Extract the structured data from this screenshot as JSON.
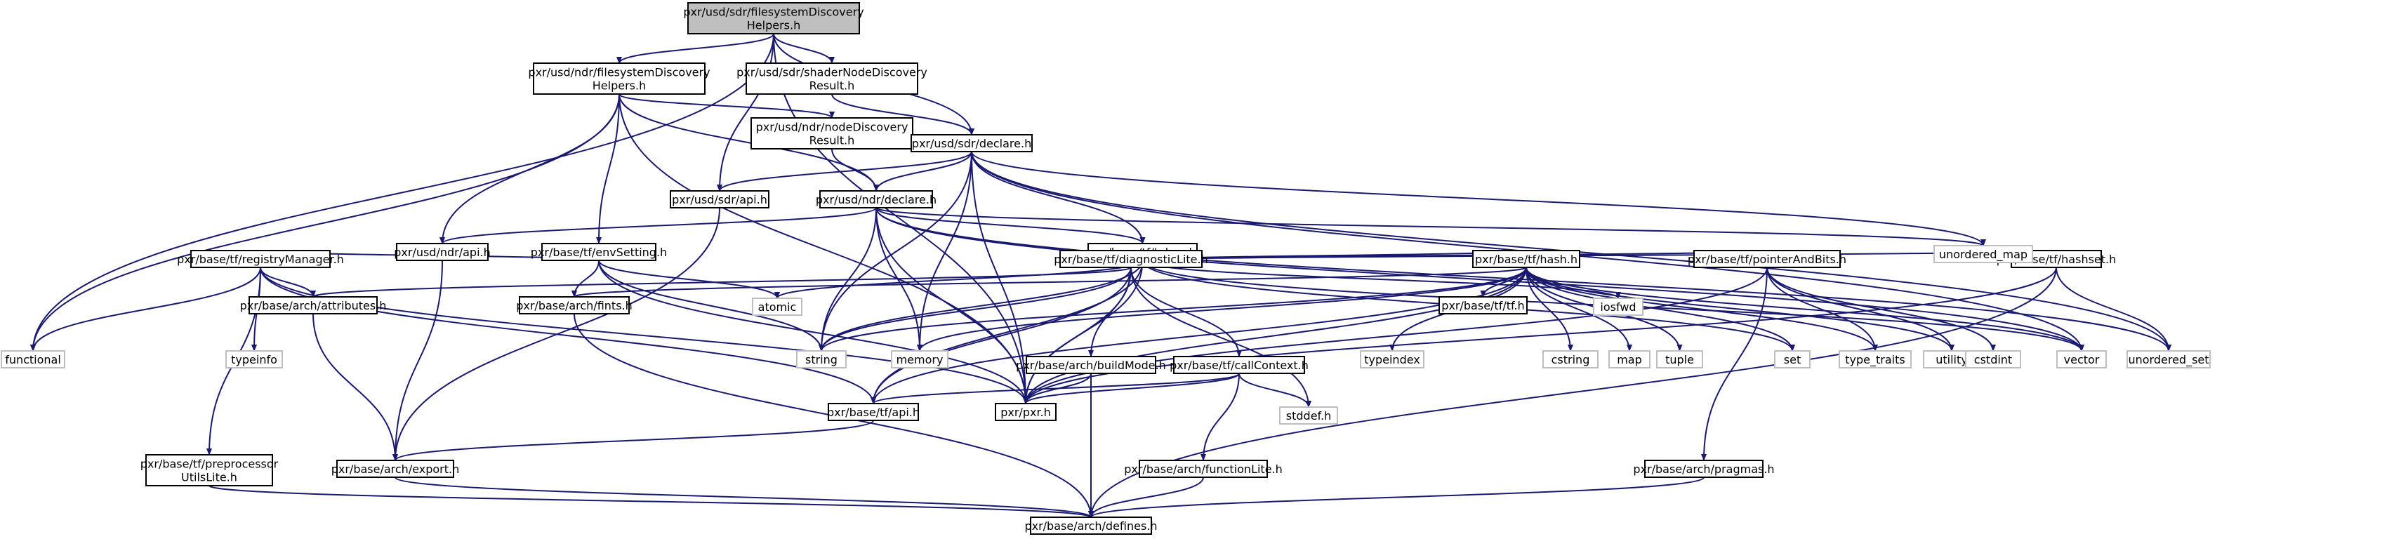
{
  "colors": {
    "edge": "#191970",
    "root_fill": "#bfbfbf",
    "system_border": "#bfbfbf"
  },
  "nodes": [
    {
      "id": "root",
      "lines": [
        "pxr/usd/sdr/filesystemDiscovery",
        "Helpers.h"
      ],
      "kind": "root"
    },
    {
      "id": "ndrfs",
      "lines": [
        "pxr/usd/ndr/filesystemDiscovery",
        "Helpers.h"
      ]
    },
    {
      "id": "sdrsnd",
      "lines": [
        "pxr/usd/sdr/shaderNodeDiscovery",
        "Result.h"
      ]
    },
    {
      "id": "ndrnd",
      "lines": [
        "pxr/usd/ndr/nodeDiscovery",
        "Result.h"
      ]
    },
    {
      "id": "sdrdecl",
      "lines": [
        "pxr/usd/sdr/declare.h"
      ]
    },
    {
      "id": "sdrapi",
      "lines": [
        "pxr/usd/sdr/api.h"
      ]
    },
    {
      "id": "ndrdecl",
      "lines": [
        "pxr/usd/ndr/declare.h"
      ]
    },
    {
      "id": "ndrapi",
      "lines": [
        "pxr/usd/ndr/api.h"
      ]
    },
    {
      "id": "envset",
      "lines": [
        "pxr/base/tf/envSetting.h"
      ]
    },
    {
      "id": "token",
      "lines": [
        "pxr/base/tf/token.h"
      ]
    },
    {
      "id": "regmgr",
      "lines": [
        "pxr/base/tf/registryManager.h"
      ]
    },
    {
      "id": "diaglite",
      "lines": [
        "pxr/base/tf/diagnosticLite.h"
      ]
    },
    {
      "id": "hash",
      "lines": [
        "pxr/base/tf/hash.h"
      ]
    },
    {
      "id": "ptrbits",
      "lines": [
        "pxr/base/tf/pointerAndBits.h"
      ]
    },
    {
      "id": "hashset",
      "lines": [
        "pxr/base/tf/hashset.h"
      ]
    },
    {
      "id": "attrs",
      "lines": [
        "pxr/base/arch/attributes.h"
      ]
    },
    {
      "id": "fints",
      "lines": [
        "pxr/base/arch/fints.h"
      ]
    },
    {
      "id": "buildmode",
      "lines": [
        "pxr/base/arch/buildMode.h"
      ]
    },
    {
      "id": "callctx",
      "lines": [
        "pxr/base/tf/callContext.h"
      ]
    },
    {
      "id": "tfh",
      "lines": [
        "pxr/base/tf/tf.h"
      ]
    },
    {
      "id": "tfapi",
      "lines": [
        "pxr/base/tf/api.h"
      ]
    },
    {
      "id": "pxrh",
      "lines": [
        "pxr/pxr.h"
      ]
    },
    {
      "id": "prepro",
      "lines": [
        "pxr/base/tf/preprocessor",
        "UtilsLite.h"
      ]
    },
    {
      "id": "export",
      "lines": [
        "pxr/base/arch/export.h"
      ]
    },
    {
      "id": "funclite",
      "lines": [
        "pxr/base/arch/functionLite.h"
      ]
    },
    {
      "id": "pragmas",
      "lines": [
        "pxr/base/arch/pragmas.h"
      ]
    },
    {
      "id": "defines",
      "lines": [
        "pxr/base/arch/defines.h"
      ]
    },
    {
      "id": "functional",
      "lines": [
        "functional"
      ],
      "kind": "sys"
    },
    {
      "id": "typeinfo",
      "lines": [
        "typeinfo"
      ],
      "kind": "sys"
    },
    {
      "id": "atomic",
      "lines": [
        "atomic"
      ],
      "kind": "sys"
    },
    {
      "id": "string",
      "lines": [
        "string"
      ],
      "kind": "sys"
    },
    {
      "id": "memory",
      "lines": [
        "memory"
      ],
      "kind": "sys"
    },
    {
      "id": "iosfwd",
      "lines": [
        "iosfwd"
      ],
      "kind": "sys"
    },
    {
      "id": "typeindex",
      "lines": [
        "typeindex"
      ],
      "kind": "sys"
    },
    {
      "id": "cstring",
      "lines": [
        "cstring"
      ],
      "kind": "sys"
    },
    {
      "id": "map",
      "lines": [
        "map"
      ],
      "kind": "sys"
    },
    {
      "id": "tuple",
      "lines": [
        "tuple"
      ],
      "kind": "sys"
    },
    {
      "id": "set",
      "lines": [
        "set"
      ],
      "kind": "sys"
    },
    {
      "id": "typetraits",
      "lines": [
        "type_traits"
      ],
      "kind": "sys"
    },
    {
      "id": "utility",
      "lines": [
        "utility"
      ],
      "kind": "sys"
    },
    {
      "id": "cstdint",
      "lines": [
        "cstdint"
      ],
      "kind": "sys"
    },
    {
      "id": "vector",
      "lines": [
        "vector"
      ],
      "kind": "sys"
    },
    {
      "id": "unordset",
      "lines": [
        "unordered_set"
      ],
      "kind": "sys"
    },
    {
      "id": "unordmap",
      "lines": [
        "unordered_map"
      ],
      "kind": "sys"
    },
    {
      "id": "stddef",
      "lines": [
        "stddef.h"
      ],
      "kind": "sys"
    }
  ],
  "edges": [
    [
      "root",
      "ndrfs"
    ],
    [
      "root",
      "sdrsnd"
    ],
    [
      "root",
      "sdrdecl"
    ],
    [
      "root",
      "sdrapi"
    ],
    [
      "root",
      "functional"
    ],
    [
      "root",
      "pxrh"
    ],
    [
      "ndrfs",
      "ndrnd"
    ],
    [
      "ndrfs",
      "ndrdecl"
    ],
    [
      "ndrfs",
      "ndrapi"
    ],
    [
      "ndrfs",
      "envset"
    ],
    [
      "ndrfs",
      "functional"
    ],
    [
      "ndrfs",
      "pxrh"
    ],
    [
      "sdrsnd",
      "sdrdecl"
    ],
    [
      "ndrnd",
      "ndrdecl"
    ],
    [
      "sdrdecl",
      "sdrapi"
    ],
    [
      "sdrdecl",
      "ndrdecl"
    ],
    [
      "sdrdecl",
      "token"
    ],
    [
      "sdrdecl",
      "string"
    ],
    [
      "sdrdecl",
      "memory"
    ],
    [
      "sdrdecl",
      "vector"
    ],
    [
      "sdrdecl",
      "unordset"
    ],
    [
      "sdrdecl",
      "unordmap"
    ],
    [
      "sdrdecl",
      "pxrh"
    ],
    [
      "sdrapi",
      "export"
    ],
    [
      "ndrdecl",
      "ndrapi"
    ],
    [
      "ndrdecl",
      "token"
    ],
    [
      "ndrdecl",
      "string"
    ],
    [
      "ndrdecl",
      "memory"
    ],
    [
      "ndrdecl",
      "vector"
    ],
    [
      "ndrdecl",
      "unordset"
    ],
    [
      "ndrdecl",
      "unordmap"
    ],
    [
      "ndrdecl",
      "pxrh"
    ],
    [
      "ndrapi",
      "export"
    ],
    [
      "envset",
      "regmgr"
    ],
    [
      "envset",
      "fints"
    ],
    [
      "envset",
      "atomic"
    ],
    [
      "envset",
      "string"
    ],
    [
      "envset",
      "pxrh"
    ],
    [
      "token",
      "diaglite"
    ],
    [
      "token",
      "hash"
    ],
    [
      "token",
      "ptrbits"
    ],
    [
      "token",
      "hashset"
    ],
    [
      "token",
      "atomic"
    ],
    [
      "token",
      "string"
    ],
    [
      "token",
      "iosfwd"
    ],
    [
      "token",
      "set"
    ],
    [
      "token",
      "vector"
    ],
    [
      "token",
      "tfapi"
    ],
    [
      "token",
      "pxrh"
    ],
    [
      "regmgr",
      "attrs"
    ],
    [
      "regmgr",
      "prepro"
    ],
    [
      "regmgr",
      "typeinfo"
    ],
    [
      "regmgr",
      "functional"
    ],
    [
      "regmgr",
      "tfapi"
    ],
    [
      "regmgr",
      "pxrh"
    ],
    [
      "diaglite",
      "attrs"
    ],
    [
      "diaglite",
      "buildmode"
    ],
    [
      "diaglite",
      "callctx"
    ],
    [
      "diaglite",
      "tfapi"
    ],
    [
      "diaglite",
      "pxrh"
    ],
    [
      "diaglite",
      "string"
    ],
    [
      "diaglite",
      "stddef"
    ],
    [
      "hash",
      "fints"
    ],
    [
      "hash",
      "tfh"
    ],
    [
      "hash",
      "tfapi"
    ],
    [
      "hash",
      "pxrh"
    ],
    [
      "hash",
      "memory"
    ],
    [
      "hash",
      "string"
    ],
    [
      "hash",
      "typeindex"
    ],
    [
      "hash",
      "cstring"
    ],
    [
      "hash",
      "map"
    ],
    [
      "hash",
      "tuple"
    ],
    [
      "hash",
      "set"
    ],
    [
      "hash",
      "typetraits"
    ],
    [
      "hash",
      "utility"
    ],
    [
      "hash",
      "vector"
    ],
    [
      "ptrbits",
      "pragmas"
    ],
    [
      "ptrbits",
      "cstdint"
    ],
    [
      "ptrbits",
      "typetraits"
    ],
    [
      "ptrbits",
      "utility"
    ],
    [
      "ptrbits",
      "pxrh"
    ],
    [
      "hashset",
      "unordset"
    ],
    [
      "hashset",
      "pxrh"
    ],
    [
      "hashset",
      "defines"
    ],
    [
      "attrs",
      "export"
    ],
    [
      "fints",
      "defines"
    ],
    [
      "buildmode",
      "defines"
    ],
    [
      "buildmode",
      "pxrh"
    ],
    [
      "callctx",
      "funclite"
    ],
    [
      "callctx",
      "tfapi"
    ],
    [
      "callctx",
      "pxrh"
    ],
    [
      "callctx",
      "stddef"
    ],
    [
      "tfapi",
      "export"
    ],
    [
      "prepro",
      "defines"
    ],
    [
      "export",
      "defines"
    ],
    [
      "funclite",
      "defines"
    ],
    [
      "pragmas",
      "defines"
    ]
  ]
}
